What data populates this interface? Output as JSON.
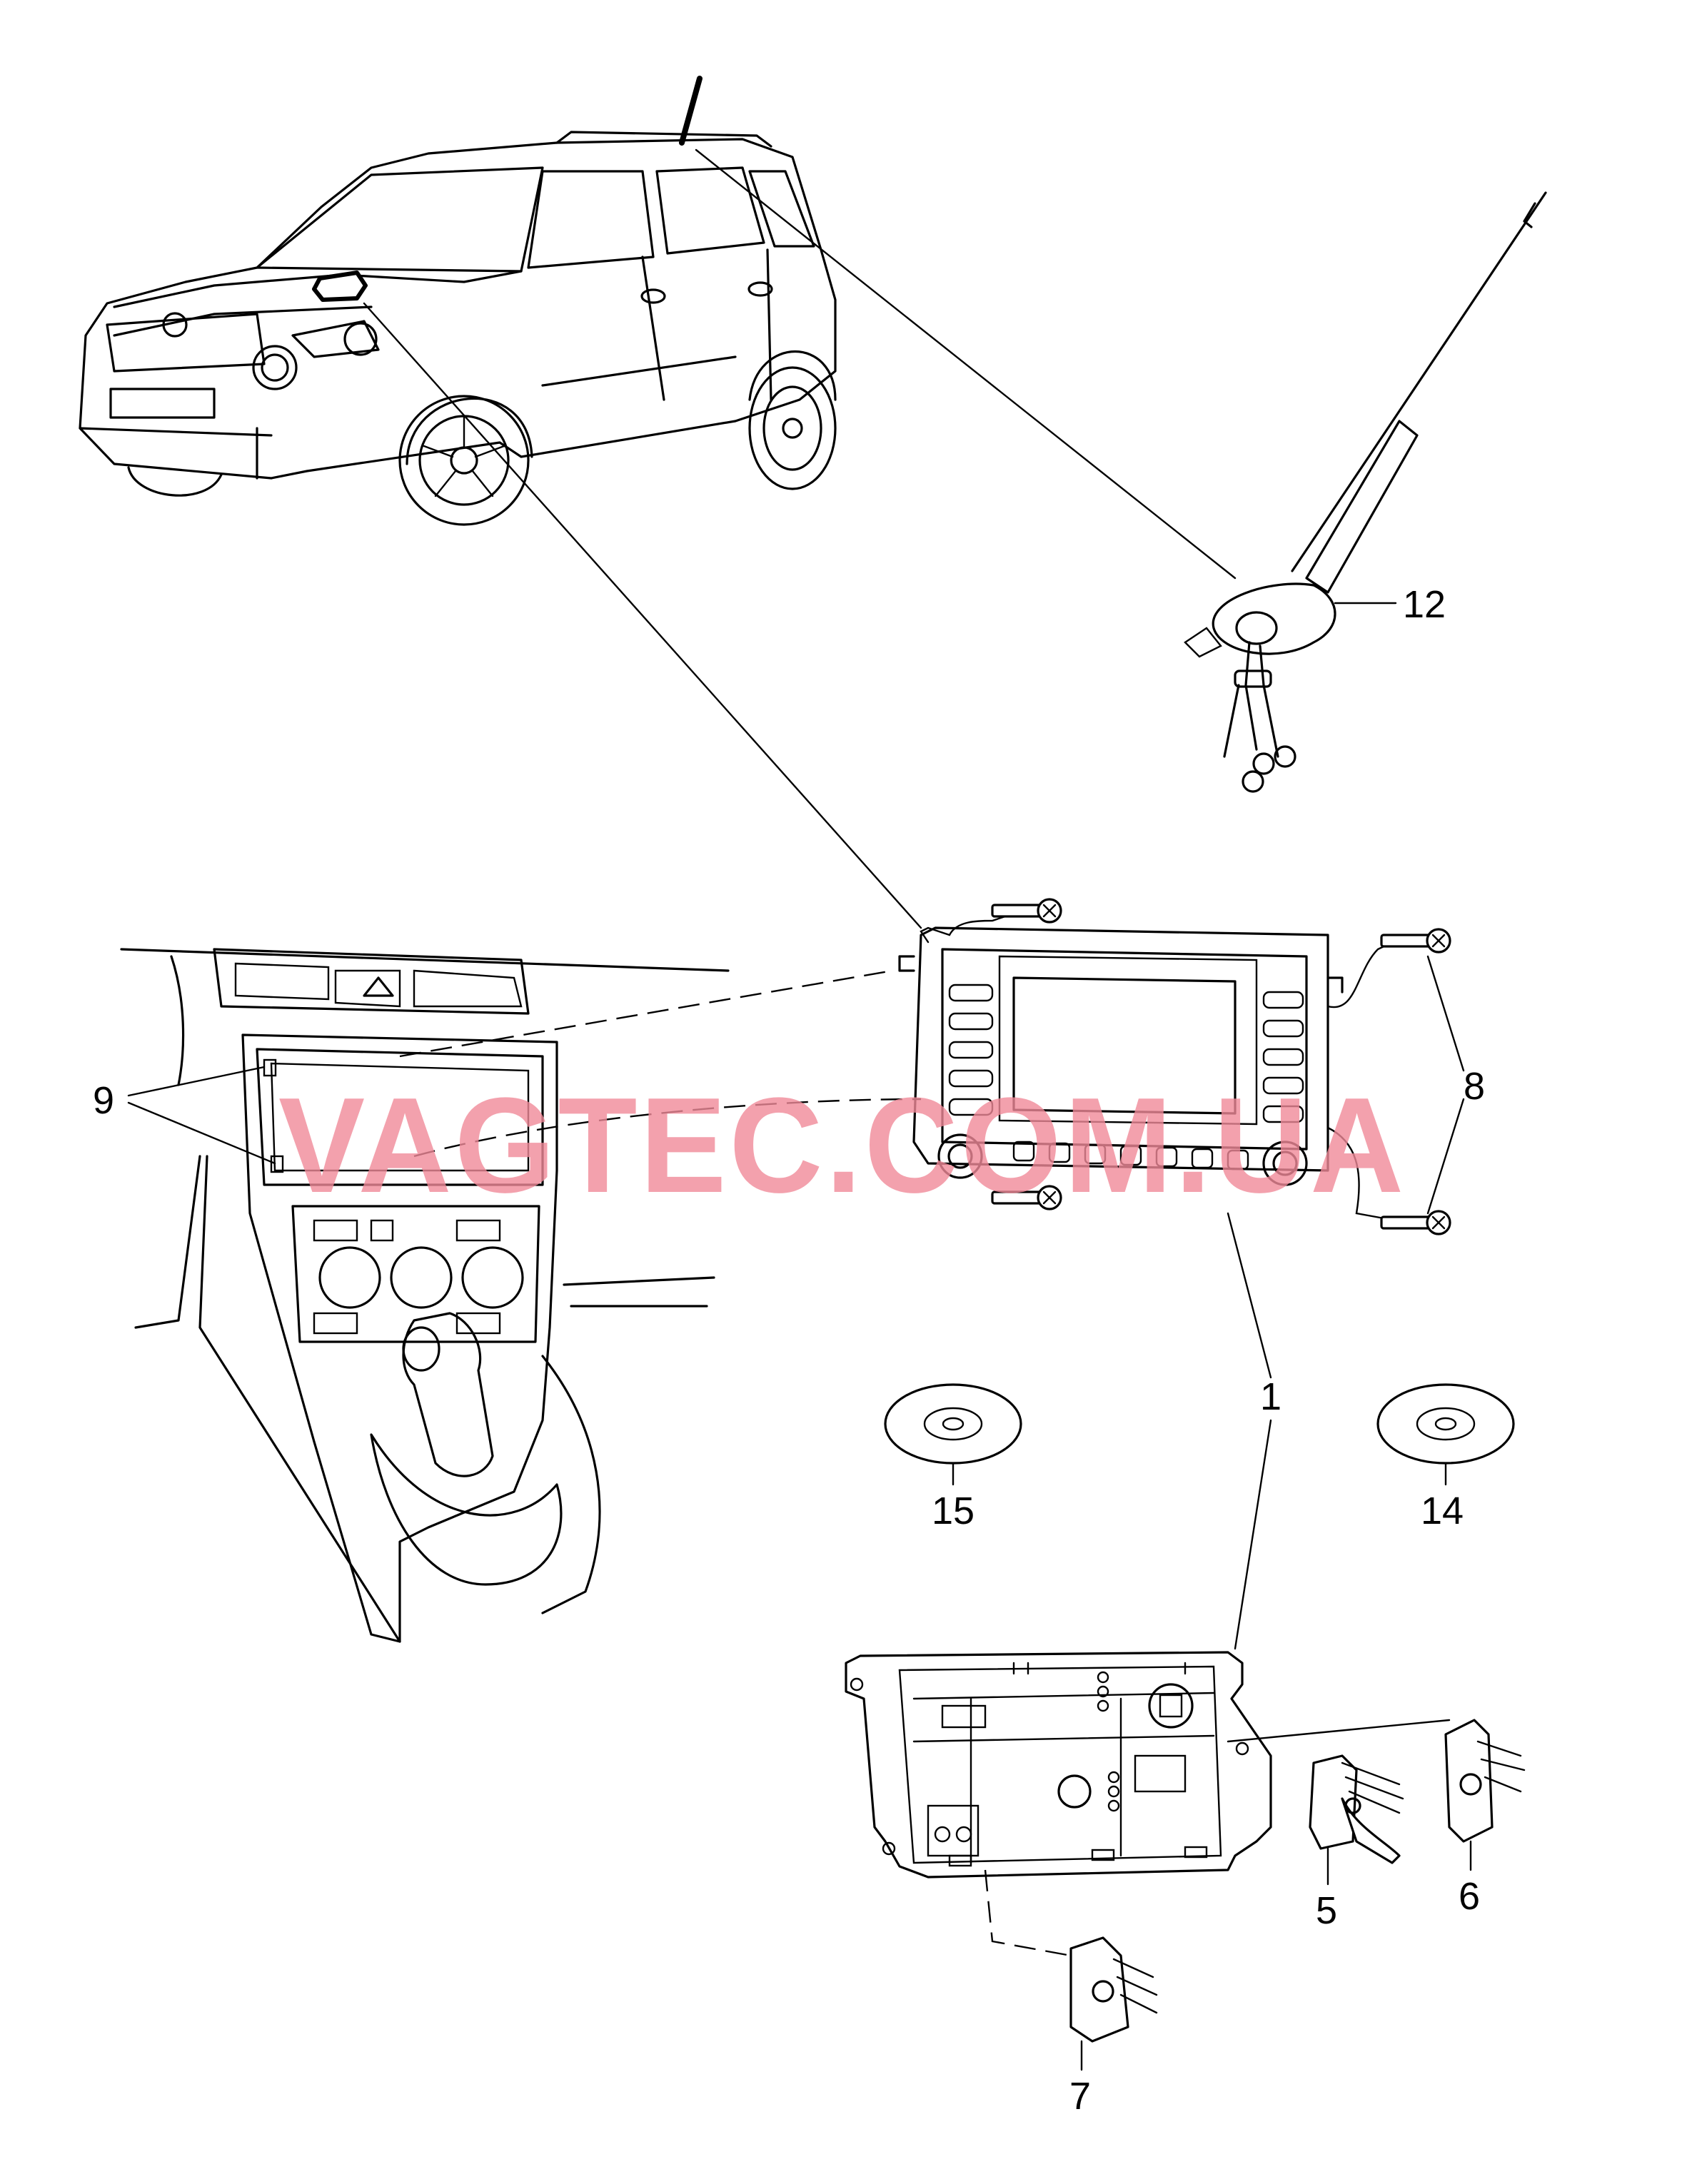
{
  "watermark": "VAGTEC.COM.UA",
  "callouts": {
    "c1": "1",
    "c5": "5",
    "c6": "6",
    "c7": "7",
    "c8": "8",
    "c9": "9",
    "c12": "12",
    "c14": "14",
    "c15": "15"
  }
}
